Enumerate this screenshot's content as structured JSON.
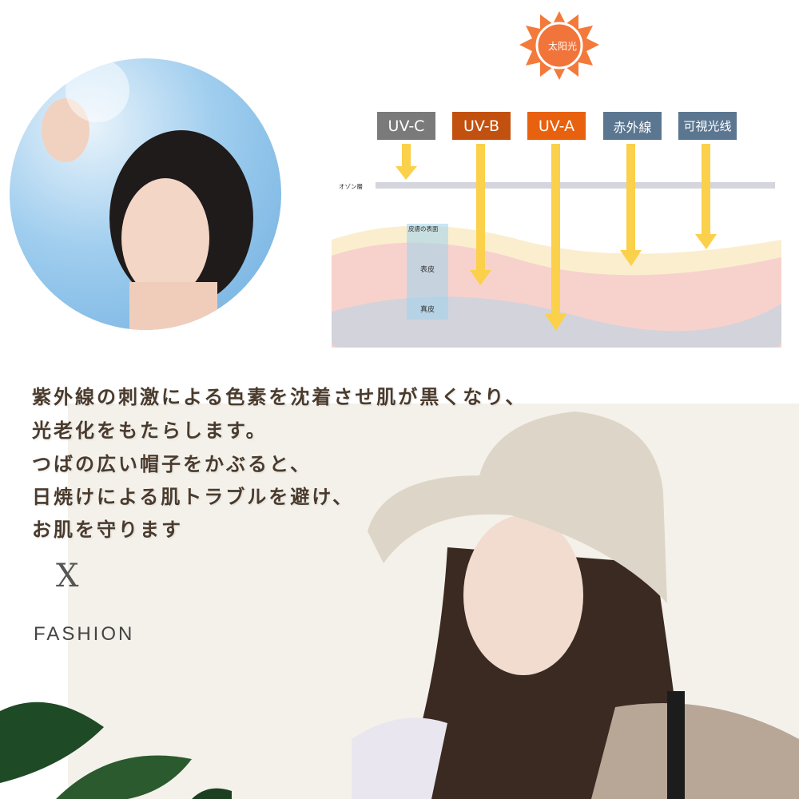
{
  "diagram": {
    "sun_label": "太阳光",
    "bands": [
      {
        "label": "UV-C",
        "color": "#7a7a7a"
      },
      {
        "label": "UV-B",
        "color": "#c2510f"
      },
      {
        "label": "UV-A",
        "color": "#e8610f"
      },
      {
        "label": "赤外線",
        "color": "#5b7690"
      },
      {
        "label": "可視光线",
        "color": "#5b7690"
      }
    ],
    "ozone_label": "オゾン層",
    "skin_surface_label": "皮膚の表面",
    "epidermis_label": "表皮",
    "dermis_label": "真皮",
    "arrow_color": "#fbd04a"
  },
  "copy": {
    "lines": [
      "紫外線の刺激による色素を沈着させ肌が黒くなり、",
      "光老化をもたらします。",
      "つばの広い帽子をかぶると、",
      "日焼けによる肌トラブルを避け、",
      "お肌を守ります"
    ],
    "x_mark": "X",
    "fashion": "FASHION"
  }
}
